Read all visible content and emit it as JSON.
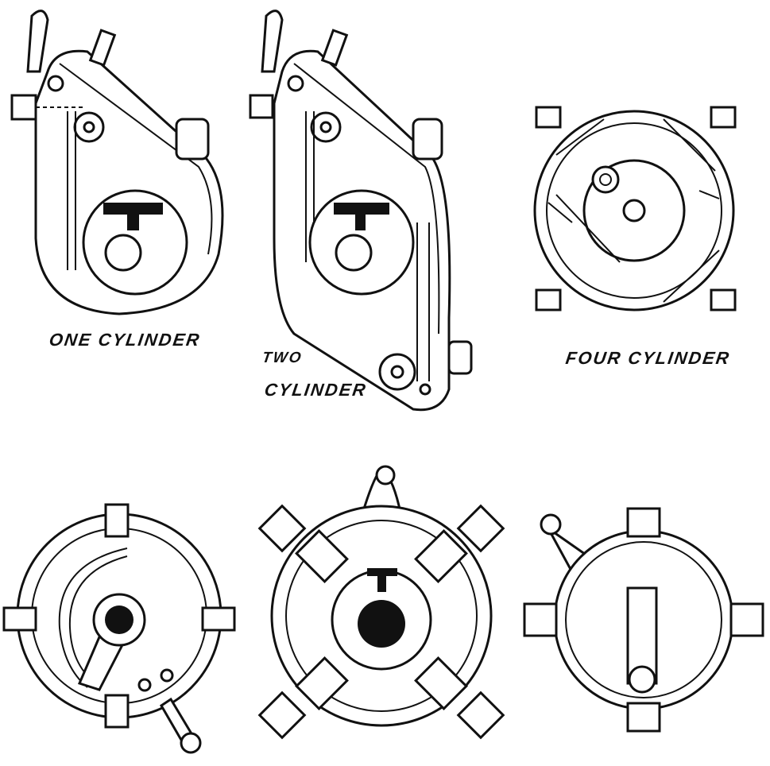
{
  "labels": {
    "one_cylinder": "ONE  CYLINDER",
    "two_cylinder_line1": "TWO",
    "two_cylinder_line2": "CYLINDER",
    "four_cylinder": "FOUR CYLINDER"
  },
  "colors": {
    "ink": "#111111",
    "paper": "#ffffff"
  }
}
